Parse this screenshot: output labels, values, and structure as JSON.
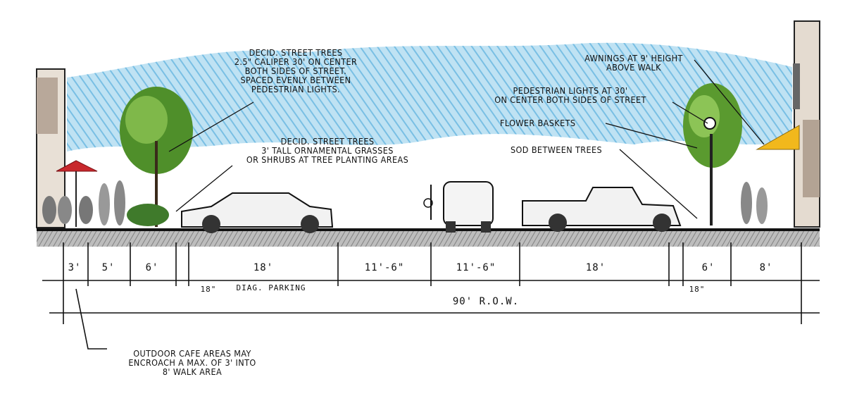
{
  "labels": {
    "trees_top": [
      "DECID. STREET TREES",
      "2.5\" CALIPER 30' ON CENTER",
      "BOTH SIDES OF STREET.",
      "SPACED EVENLY BETWEEN",
      "PEDESTRIAN LIGHTS."
    ],
    "trees_mid": [
      "DECID. STREET TREES",
      "3' TALL ORNAMENTAL GRASSES",
      "OR SHRUBS AT TREE PLANTING AREAS"
    ],
    "awnings": [
      "AWNINGS AT 9' HEIGHT",
      "ABOVE WALK"
    ],
    "ped_lights": [
      "PEDESTRIAN LIGHTS AT 30'",
      "ON CENTER BOTH SIDES OF STREET"
    ],
    "flower_baskets": "FLOWER BASKETS",
    "sod": "SOD BETWEEN TREES",
    "cafe": [
      "OUTDOOR CAFE AREAS MAY",
      "ENCROACH A MAX. OF 3' INTO",
      "8' WALK AREA"
    ]
  },
  "dimensions": {
    "segments": [
      "3'",
      "5'",
      "6'",
      "18'",
      "11'-6\"",
      "11'-6\"",
      "18'",
      "6'",
      "8'"
    ],
    "curb_left": "18\"",
    "diag_parking": "DIAG. PARKING",
    "curb_right": "18\"",
    "row_total": "90' R.O.W."
  },
  "colors": {
    "sky": "#5fb4dc",
    "tree": "#4f8f2a",
    "awning": "#f2b81c",
    "umbrella": "#c8282d",
    "ground": "#8a8a8a"
  }
}
